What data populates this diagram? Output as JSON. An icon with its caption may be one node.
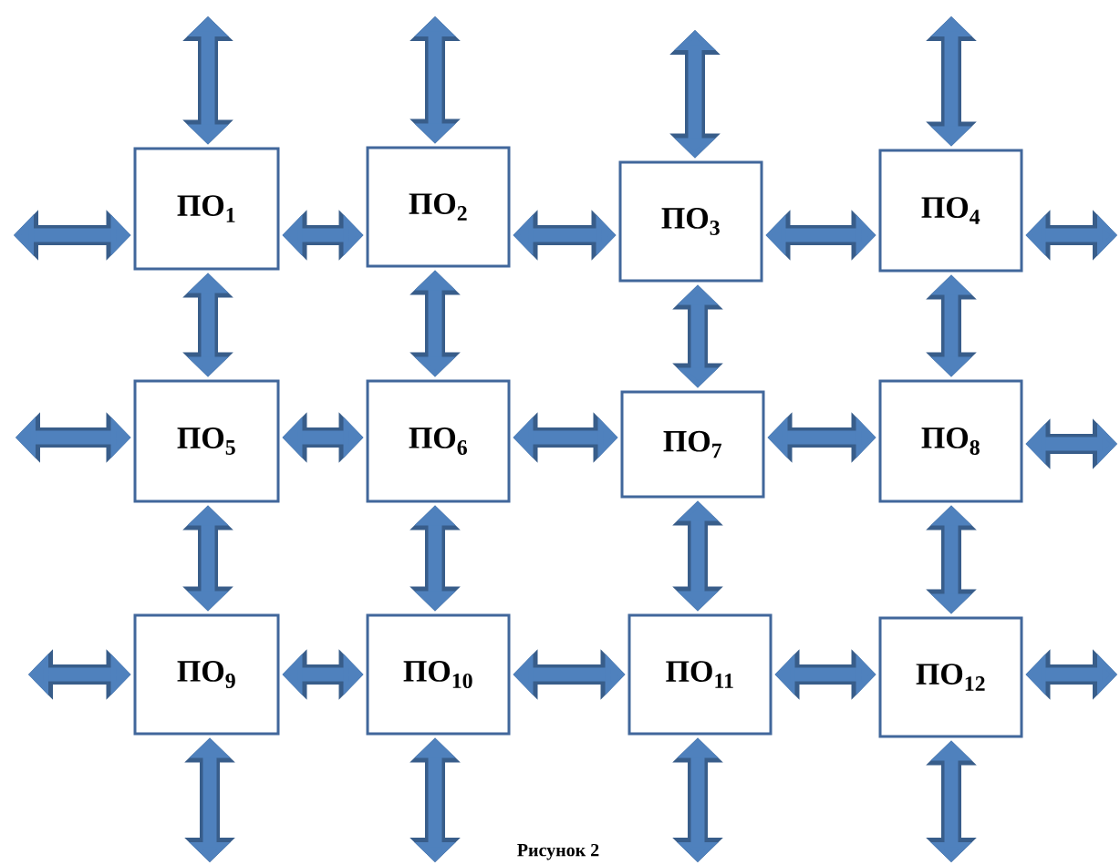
{
  "diagram": {
    "caption": "Рисунок 2",
    "nodes": [
      {
        "text": [
          "ПО$_{1}$"
        ]
      },
      {
        "text": [
          "ПО$_{2}$"
        ]
      },
      {
        "text": [
          "ПО$_{3}$"
        ]
      },
      {
        "text": [
          "ПО$_{4}$"
        ]
      },
      {
        "text": [
          "ПО$_{5}$"
        ]
      },
      {
        "text": [
          "ПО$_{6}$"
        ]
      },
      {
        "text": [
          "ПО$_{7}$"
        ]
      },
      {
        "text": [
          "ПО$_{8}$"
        ]
      },
      {
        "text": [
          "ПО$_{9}$"
        ]
      },
      {
        "text": [
          "ПО$_{10}$"
        ]
      },
      {
        "text": [
          "ПО$_{11}$"
        ]
      },
      {
        "text": [
          "ПО$_{12}$"
        ]
      }
    ],
    "edges": [
      {
        "from": 0,
        "to": 1,
        "arrow": "both"
      },
      {
        "from": 1,
        "to": 2,
        "arrow": "both"
      },
      {
        "from": 2,
        "to": 3,
        "arrow": "both"
      },
      {
        "from": 4,
        "to": 5,
        "arrow": "both"
      },
      {
        "from": 5,
        "to": 6,
        "arrow": "both"
      },
      {
        "from": 6,
        "to": 7,
        "arrow": "both"
      },
      {
        "from": 8,
        "to": 9,
        "arrow": "both"
      },
      {
        "from": 9,
        "to": 10,
        "arrow": "both"
      },
      {
        "from": 10,
        "to": 11,
        "arrow": "both"
      },
      {
        "from": 0,
        "to": 4,
        "arrow": "both"
      },
      {
        "from": 4,
        "to": 8,
        "arrow": "both"
      },
      {
        "from": 1,
        "to": 5,
        "arrow": "both"
      },
      {
        "from": 5,
        "to": 9,
        "arrow": "both"
      },
      {
        "from": 2,
        "to": 6,
        "arrow": "both"
      },
      {
        "from": 6,
        "to": 10,
        "arrow": "both"
      },
      {
        "from": 3,
        "to": 7,
        "arrow": "both"
      },
      {
        "from": 7,
        "to": 11,
        "arrow": "both"
      },
      {
        "from": 0,
        "to": null,
        "arrow": "both"
      },
      {
        "from": 1,
        "to": null,
        "arrow": "both"
      },
      {
        "from": 2,
        "to": null,
        "arrow": "both"
      },
      {
        "from": 3,
        "to": null,
        "arrow": "both"
      },
      {
        "from": 0,
        "to": null,
        "arrow": "both"
      },
      {
        "from": 4,
        "to": null,
        "arrow": "both"
      },
      {
        "from": 8,
        "to": null,
        "arrow": "both"
      },
      {
        "from": 3,
        "to": null,
        "arrow": "both"
      },
      {
        "from": 7,
        "to": null,
        "arrow": "both"
      },
      {
        "from": 11,
        "to": null,
        "arrow": "both"
      },
      {
        "from": 8,
        "to": null,
        "arrow": "both"
      },
      {
        "from": 9,
        "to": null,
        "arrow": "both"
      },
      {
        "from": 10,
        "to": null,
        "arrow": "both"
      },
      {
        "from": 11,
        "to": null,
        "arrow": "both"
      }
    ]
  }
}
